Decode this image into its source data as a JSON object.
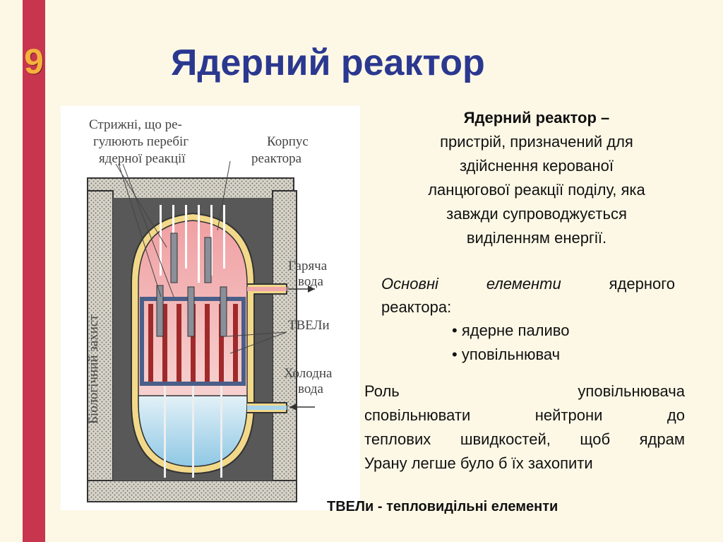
{
  "slide": {
    "number": "9",
    "title": "Ядерний реактор"
  },
  "diagram": {
    "label_rods": [
      "Стрижні, що ре-",
      "гулюють перебіг",
      "ядерної реакції"
    ],
    "label_body": [
      "Корпус",
      "реактора"
    ],
    "label_hot": [
      "Гаряча",
      "вода"
    ],
    "label_tveli": "ТВЕЛи",
    "label_cold": [
      "Холодна",
      "вода"
    ],
    "label_shield": "Біологічний захист",
    "colors": {
      "shield": "#c9c6bd",
      "inner": "#5a5a5a",
      "vessel": "#f2d98a",
      "hot_zone": "#f0a7a9",
      "cold_zone": "#a8d4ea",
      "rods": "#a02a2a",
      "frame": "#4a5e88"
    }
  },
  "definition": {
    "term": "Ядерний реактор –",
    "lines": [
      "пристрій, призначений для",
      "здійснення керованої",
      "ланцюгової реакції поділу, яка",
      "завжди супроводжується",
      "виділенням енергії."
    ]
  },
  "elements": {
    "heading_italic": "Основні елементи",
    "heading_rest": "ядерного",
    "heading_line2": "реактора:",
    "items": [
      "• ядерне паливо",
      "• уповільнювач"
    ]
  },
  "role": {
    "lines": [
      "Роль уповільнювача",
      "сповільнювати нейтрони до",
      "теплових швидкостей, щоб ядрам",
      "Урану легше було б їх захопити"
    ]
  },
  "footer": {
    "tveli_note": "ТВЕЛи  - тепловидільні елементи"
  }
}
